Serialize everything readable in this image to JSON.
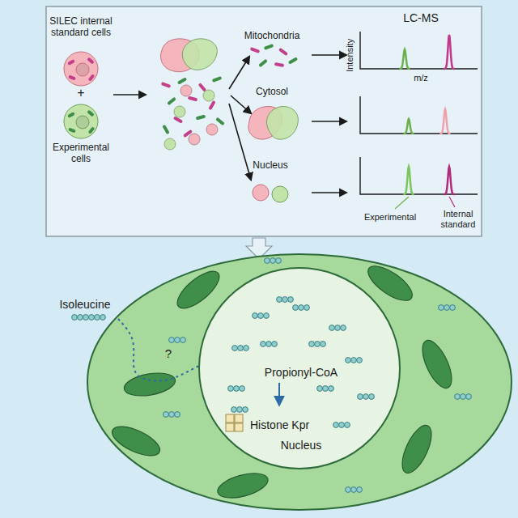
{
  "diagram": {
    "nodes": [
      {
        "text": [
          "Propionyl-CoA",
          "Histone Kpr",
          "Nucleus"
        ]
      }
    ],
    "labels": [
      "SILEC internal standard cells",
      "+",
      "Experimental cells",
      "Mitochondria",
      "Cytosol",
      "Nucleus",
      "LC-MS",
      "Intensity",
      "m/z",
      "Experimental",
      "Internal standard",
      "Isoleucine",
      "?"
    ]
  }
}
